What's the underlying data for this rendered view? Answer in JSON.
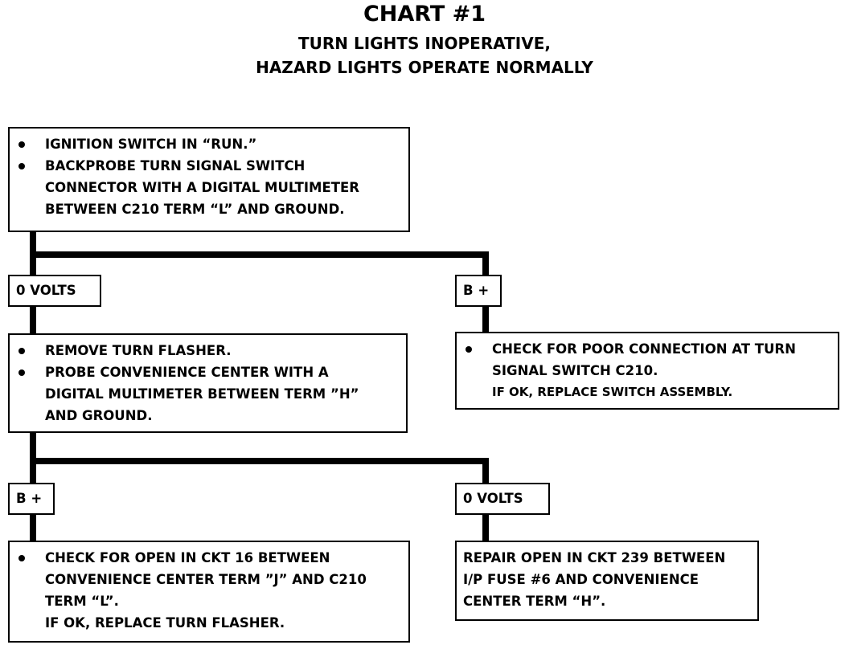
{
  "header": {
    "title": "CHART #1",
    "subtitle_line1": "TURN LIGHTS INOPERATIVE,",
    "subtitle_line2": "HAZARD LIGHTS OPERATE NORMALLY"
  },
  "boxes": {
    "step1": {
      "bullets": [
        "IGNITION SWITCH IN “RUN.”",
        "BACKPROBE TURN SIGNAL SWITCH",
        "CONNECTOR WITH A DIGITAL MULTIMETER",
        "BETWEEN C210 TERM “L” AND GROUND."
      ]
    },
    "step2": {
      "lines": [
        "REMOVE TURN FLASHER.",
        "PROBE CONVENIENCE CENTER WITH A",
        "DIGITAL MULTIMETER BETWEEN TERM ”H”",
        "AND GROUND."
      ]
    },
    "result_poor_connection": {
      "lines": [
        "CHECK FOR POOR CONNECTION AT TURN",
        "SIGNAL SWITCH C210.",
        "IF OK, REPLACE SWITCH ASSEMBLY."
      ]
    },
    "result_open_ckt16": {
      "lines": [
        "CHECK FOR OPEN IN CKT 16 BETWEEN",
        "CONVENIENCE CENTER TERM ”J” AND C210",
        "TERM “L”.",
        "IF OK, REPLACE TURN FLASHER."
      ]
    },
    "result_open_ckt239": {
      "lines": [
        "REPAIR OPEN IN CKT 239 BETWEEN",
        "I/P FUSE #6 AND CONVENIENCE",
        "CENTER TERM “H”."
      ]
    }
  },
  "labels": {
    "zero_volts_1": "0 VOLTS",
    "b_plus_1": "B +",
    "b_plus_2": "B +",
    "zero_volts_2": "0 VOLTS"
  }
}
